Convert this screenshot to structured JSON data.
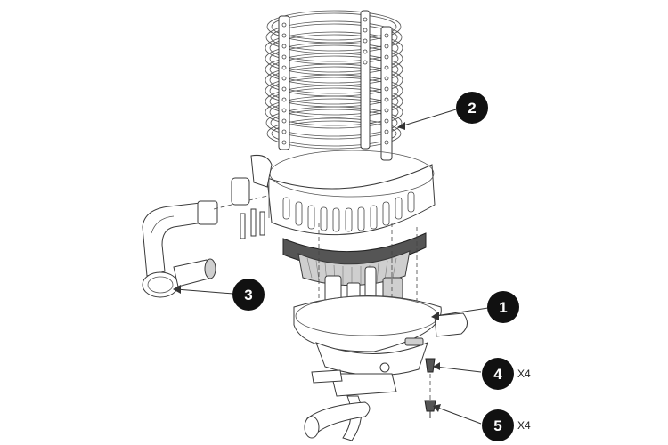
{
  "callouts": [
    {
      "label": "1",
      "qty": ""
    },
    {
      "label": "2",
      "qty": ""
    },
    {
      "label": "3",
      "qty": ""
    },
    {
      "label": "4",
      "qty": "X4"
    },
    {
      "label": "5",
      "qty": "X4"
    }
  ],
  "colors": {
    "callout_fill": "#111111",
    "callout_text": "#ffffff",
    "line_art": "#333333",
    "background": "#ffffff"
  }
}
